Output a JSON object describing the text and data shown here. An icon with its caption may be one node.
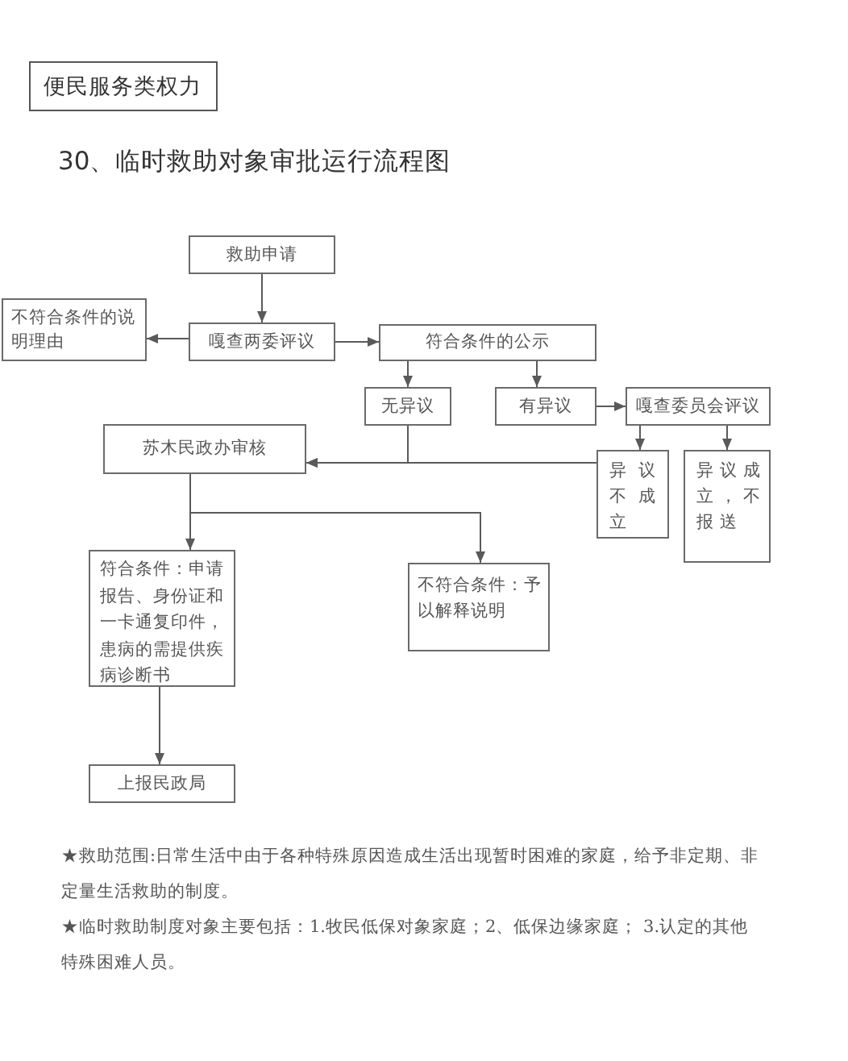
{
  "diagram": {
    "title": "30、临时救助对象审批运行流程图",
    "nodes": [
      {
        "text": [
          "便民服务类权力"
        ]
      },
      {
        "text": [
          "救助申请"
        ]
      },
      {
        "text": [
          "不符合条件的说明理由"
        ]
      },
      {
        "text": [
          "嘎查两委评议"
        ]
      },
      {
        "text": [
          "符合条件的公示"
        ]
      },
      {
        "text": [
          "无异议"
        ]
      },
      {
        "text": [
          "有异议"
        ]
      },
      {
        "text": [
          "嘎查委员会评议"
        ]
      },
      {
        "text": [
          "苏木民政办审核"
        ]
      },
      {
        "text": [
          "异议不成立"
        ]
      },
      {
        "text": [
          "异议成立，不报送"
        ]
      },
      {
        "text": [
          "符合条件：申请报告、身份证和一卡通复印件，患病的需提供疾病诊断书"
        ]
      },
      {
        "text": [
          "不符合条件：予以解释说明"
        ]
      },
      {
        "text": [
          "上报民政局"
        ]
      }
    ],
    "edges": [
      {
        "from": 1,
        "to": 3,
        "arrow": "to"
      },
      {
        "from": 3,
        "to": 2,
        "arrow": "to"
      },
      {
        "from": 3,
        "to": 4,
        "arrow": "to"
      },
      {
        "from": 4,
        "to": 5,
        "arrow": "to"
      },
      {
        "from": 4,
        "to": 6,
        "arrow": "to"
      },
      {
        "from": 6,
        "to": 7,
        "arrow": "to"
      },
      {
        "from": 7,
        "to": 9,
        "arrow": "to"
      },
      {
        "from": 7,
        "to": 10,
        "arrow": "to"
      },
      {
        "from": 5,
        "to": 8,
        "arrow": "to"
      },
      {
        "from": 9,
        "to": 8,
        "arrow": "to"
      },
      {
        "from": 8,
        "to": 11,
        "arrow": "to"
      },
      {
        "from": 8,
        "to": 12,
        "arrow": "to"
      },
      {
        "from": 11,
        "to": 13,
        "arrow": "to"
      }
    ],
    "labels": [
      "★救助范围:日常生活中由于各种特殊原因造成生活出现暂时困难的家庭，给予非定期、非定量生活救助的制度。",
      "★临时救助制度对象主要包括：1.牧民低保对象家庭；2、低保边缘家庭； 3.认定的其他特殊困难人员。"
    ]
  }
}
